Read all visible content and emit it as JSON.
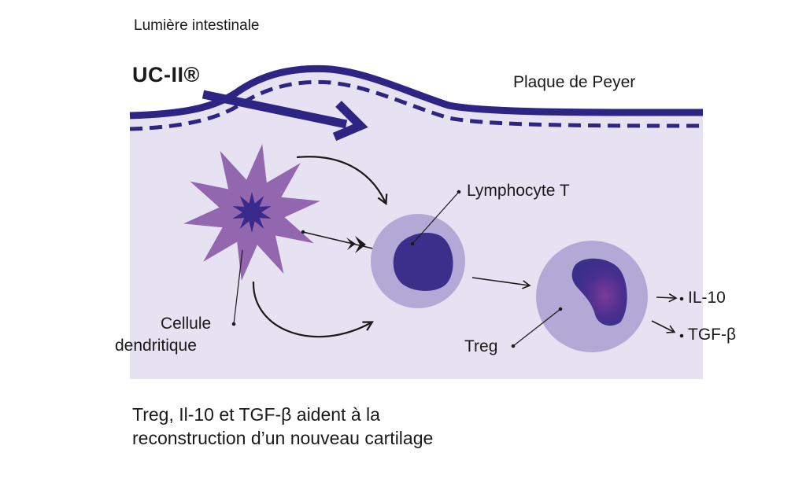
{
  "labels": {
    "lumen": "Lumière intestinale",
    "uc2": "UC-II®",
    "peyer": "Plaque de Peyer",
    "lymphocyte": "Lymphocyte T",
    "dendritic_line1": "Cellule",
    "dendritic_line2": "dendritique",
    "treg": "Treg",
    "il10": "IL-10",
    "tgfb": "TGF-β"
  },
  "footer": "Treg, Il-10 et TGF-β aident à la reconstruction d’un nouveau cartilage",
  "colors": {
    "tissue": "#e6e2f1",
    "membrane": "#2e2483",
    "dendritic": "#9366b0",
    "dendritic_core": "#3a2a8c",
    "cell_outer": "#b3a9d6",
    "nucleus": "#3c2f8c",
    "treg_nucleus_glow": "#7a3a9a",
    "arrow": "#1a1a1a"
  }
}
